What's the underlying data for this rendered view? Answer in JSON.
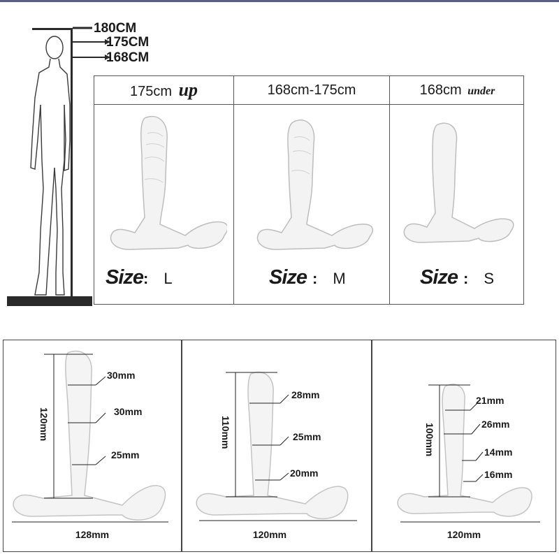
{
  "height_scale": {
    "labels": [
      "180CM",
      "175CM",
      "168CM"
    ]
  },
  "size_chart": {
    "columns": [
      {
        "height": "175cm",
        "qualifier": "up",
        "size_word": "Size",
        "size_letter": "L"
      },
      {
        "height": "168cm-175cm",
        "qualifier": "",
        "size_word": "Size",
        "size_letter": "M"
      },
      {
        "height": "168cm",
        "qualifier": "under",
        "size_word": "Size",
        "size_letter": "S"
      }
    ]
  },
  "dimensions": [
    {
      "length": "120mm",
      "width": "128mm",
      "diameters": [
        "30mm",
        "30mm",
        "25mm"
      ]
    },
    {
      "length": "110mm",
      "width": "120mm",
      "diameters": [
        "28mm",
        "25mm",
        "20mm"
      ]
    },
    {
      "length": "100mm",
      "width": "120mm",
      "diameters": [
        "21mm",
        "26mm",
        "14mm",
        "16mm"
      ]
    }
  ],
  "colors": {
    "product": "#f2f2f2",
    "outline": "#b8b8b8",
    "frame": "#555555"
  }
}
